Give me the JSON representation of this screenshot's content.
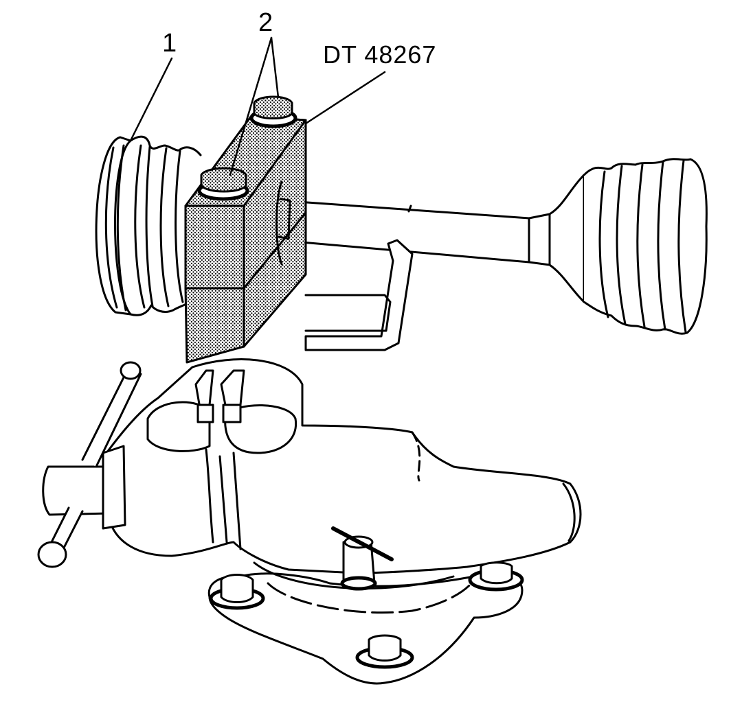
{
  "callouts": {
    "item_1": "1",
    "item_2": "2",
    "tool_number": "DT 48267"
  },
  "colors": {
    "ink": "#000000",
    "paper": "#ffffff",
    "tool_fill": "#bdbdbd"
  },
  "icons": {
    "tool": "boot-clamp-installer-icon",
    "vise": "bench-vise-icon",
    "axle": "drive-axle-icon"
  }
}
